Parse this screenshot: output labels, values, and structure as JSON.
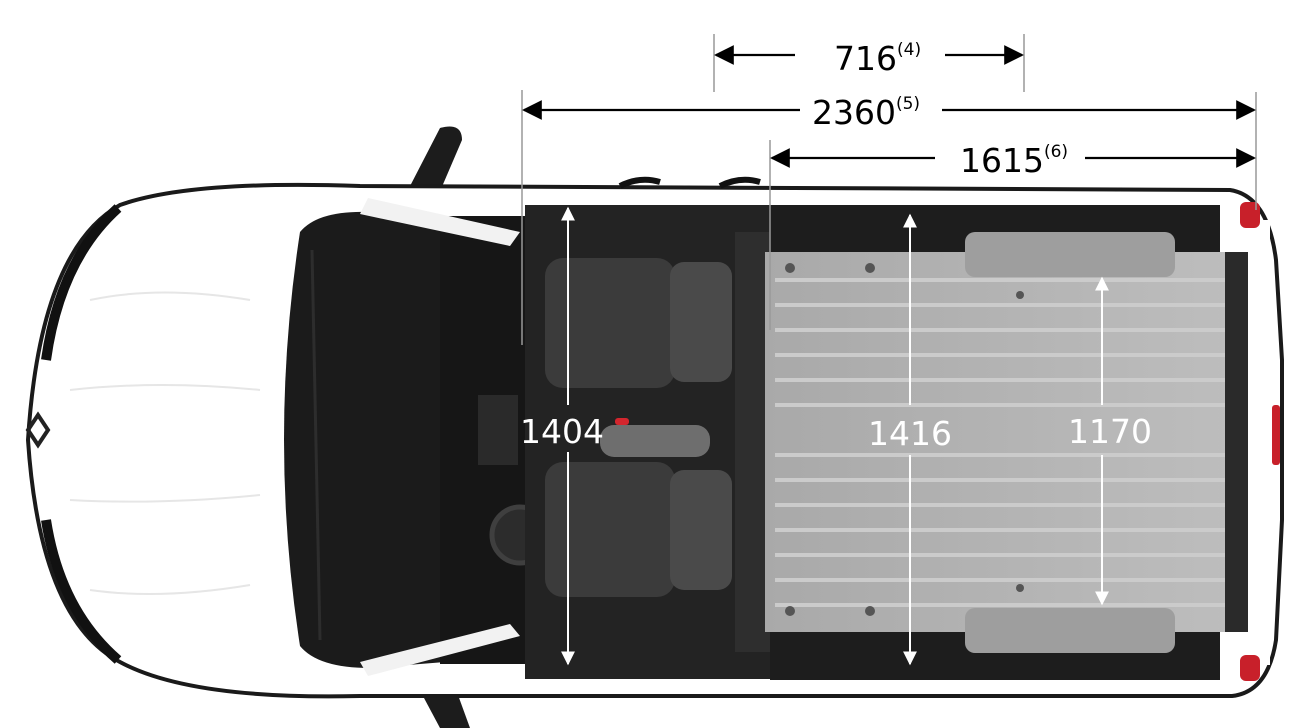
{
  "diagram": {
    "top_dimensions": [
      {
        "value": "716",
        "note": "(4)"
      },
      {
        "value": "2360",
        "note": "(5)"
      },
      {
        "value": "1615",
        "note": "(6)"
      }
    ],
    "width_dimensions": [
      {
        "value": "1404"
      },
      {
        "value": "1416"
      },
      {
        "value": "1170"
      }
    ],
    "colors": {
      "body": "#ffffff",
      "outline": "#1a1a1a",
      "cabin": "#222222",
      "seat": "#3a3a3a",
      "cargo_floor": "#b7b7b7",
      "cargo_rib": "#c9c9c9",
      "tail_light": "#c8202a",
      "dimension_line": "#000000",
      "inner_dimension_line": "#ffffff"
    }
  }
}
